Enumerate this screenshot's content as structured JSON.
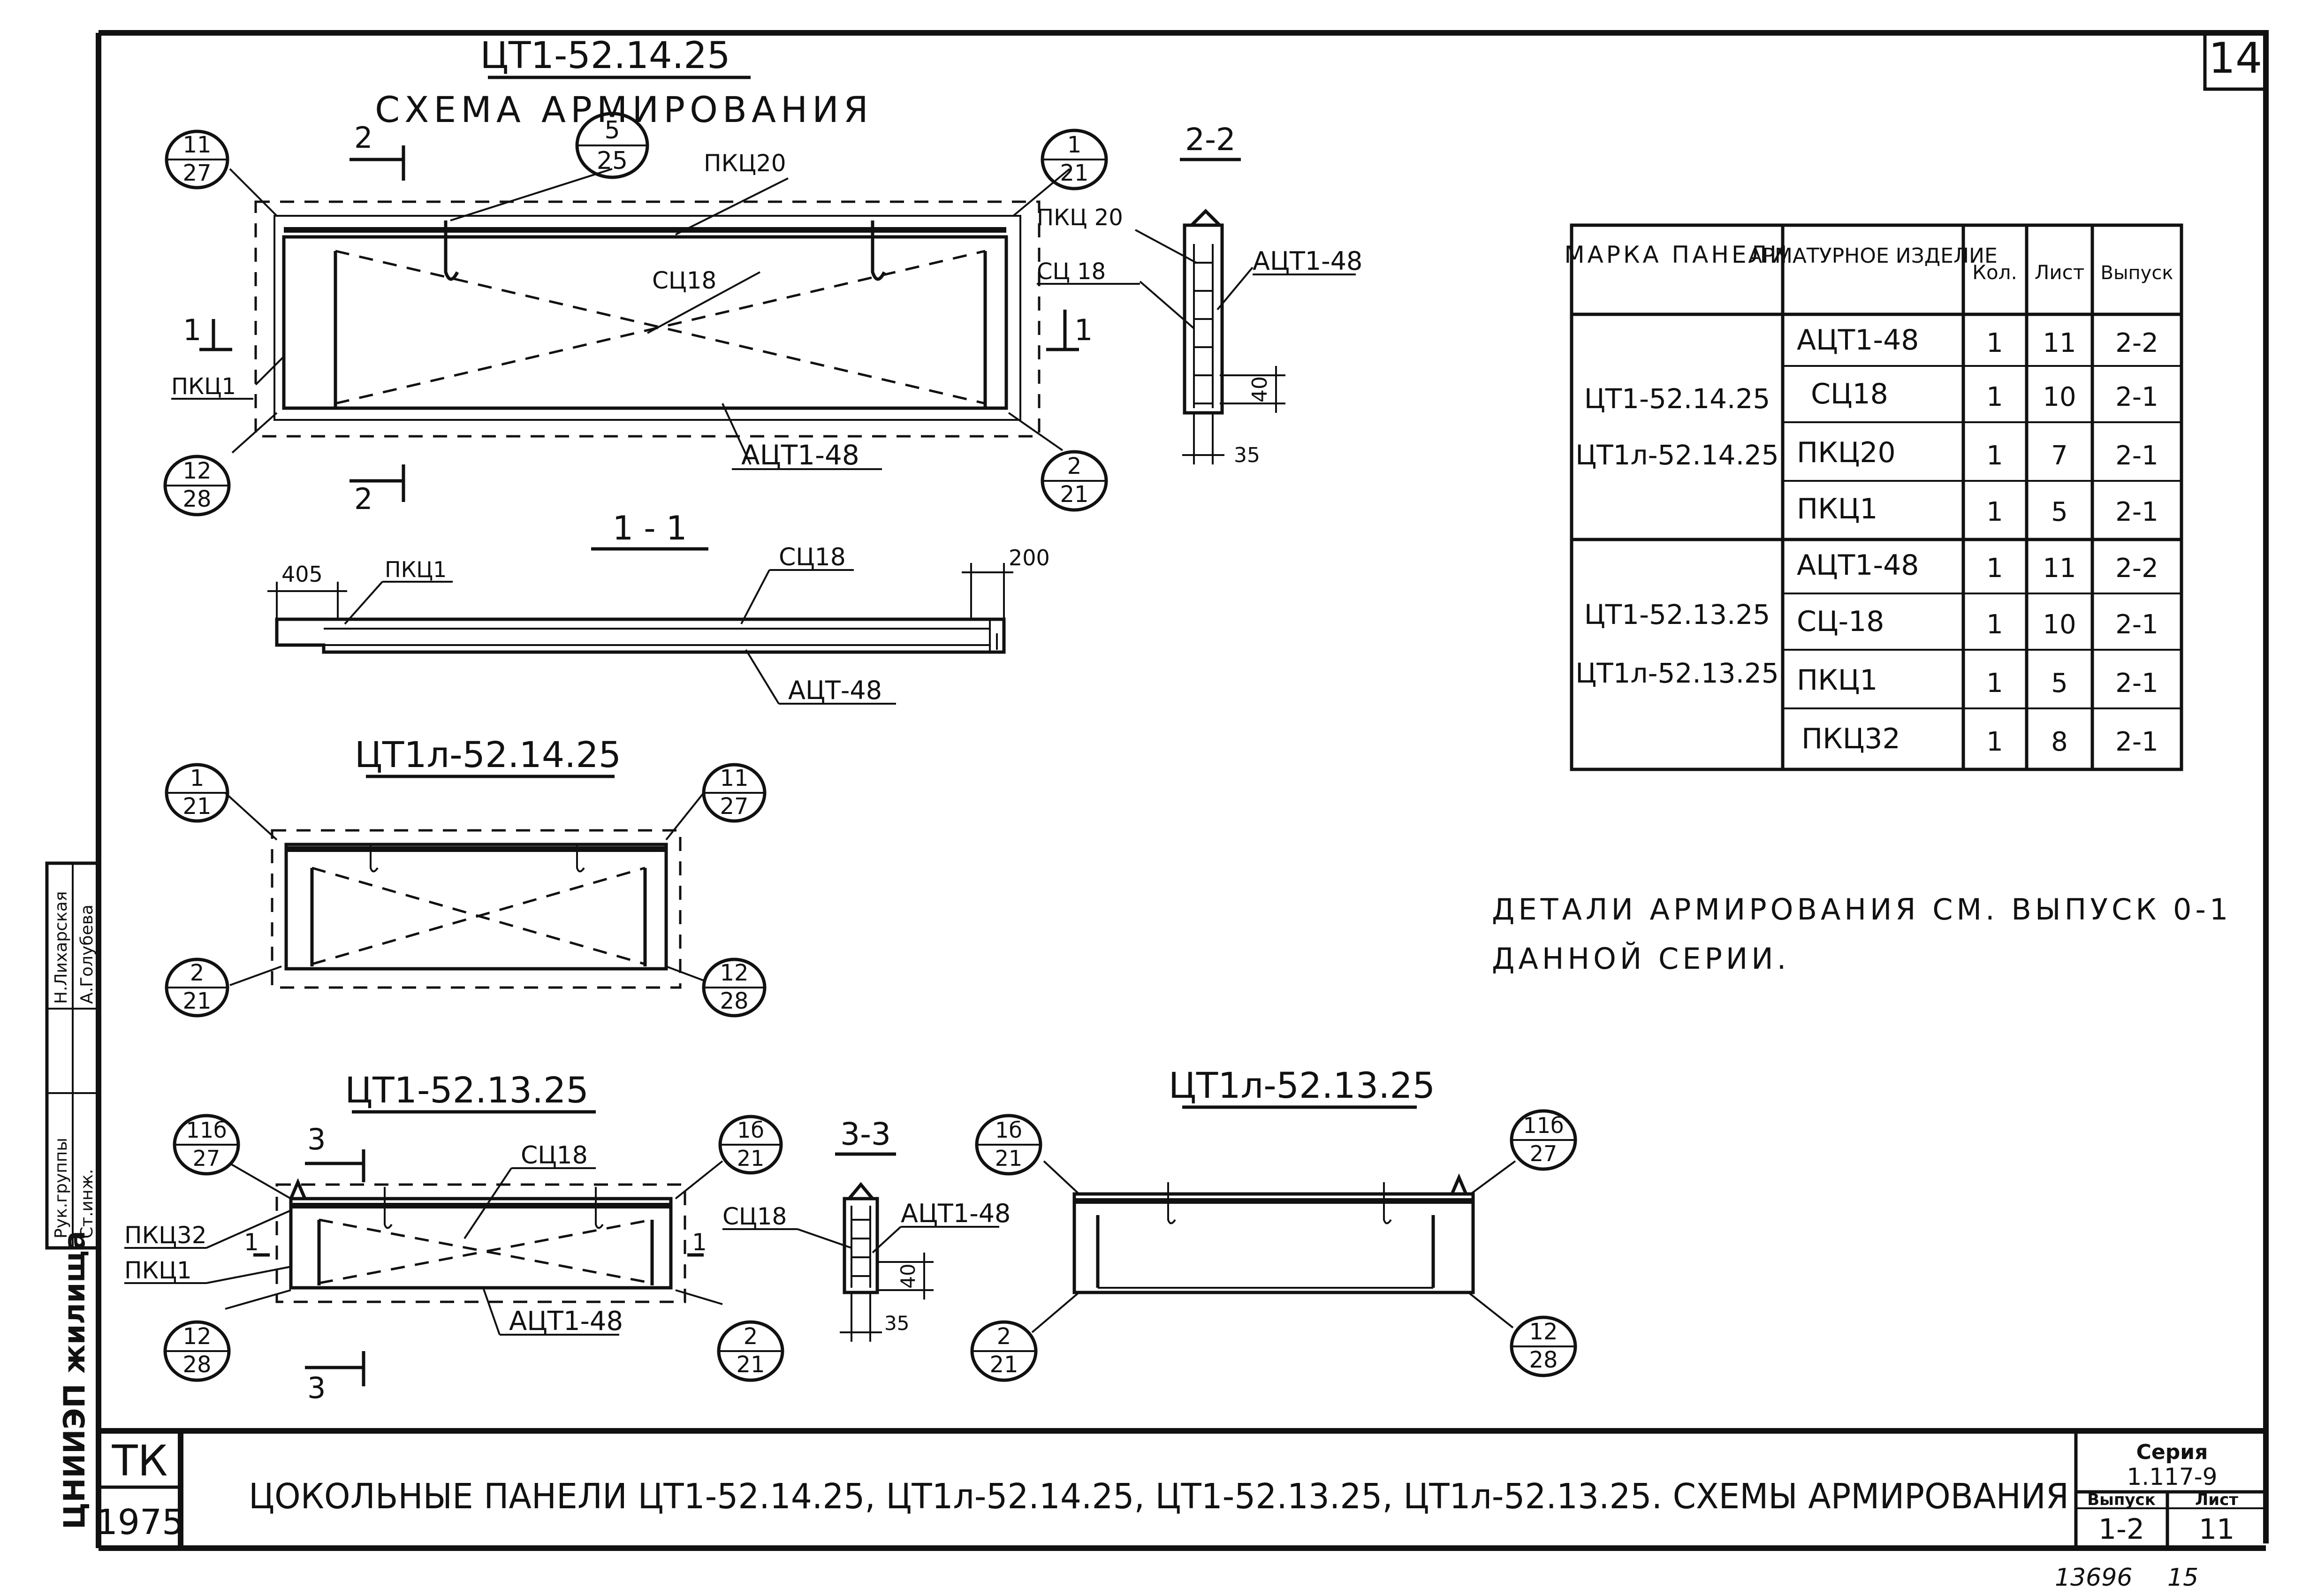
{
  "sheet_number": "14",
  "main_drawing": {
    "title": "ЦТ1-52.14.25",
    "subtitle": "СХЕМА АРМИРОВАНИЯ",
    "labels": {
      "pkc20": "ПКЦ20",
      "sc18": "СЦ18",
      "pkc1": "ПКЦ1",
      "act148": "АЦТ1-48"
    },
    "callouts": {
      "tl": [
        "11",
        "27"
      ],
      "top": [
        "5",
        "25"
      ],
      "tr": [
        "1",
        "21"
      ],
      "bl": [
        "12",
        "28"
      ],
      "br": [
        "2",
        "21"
      ]
    },
    "section_marks": {
      "s2": "2",
      "s1": "1"
    }
  },
  "section_2_2": {
    "title": "2-2",
    "labels": {
      "pkc20": "ПКЦ 20",
      "sc18": "СЦ 18",
      "act": "АЦТ1-48"
    },
    "dims": {
      "d40": "40",
      "d35": "35"
    }
  },
  "section_1_1": {
    "title": "1 - 1",
    "labels": {
      "pkc1": "ПКЦ1",
      "sc18": "СЦ18",
      "act": "АЦТ-48"
    },
    "dims": {
      "d405": "405",
      "d200": "200"
    }
  },
  "drawing_l_14": {
    "title": "ЦТ1л-52.14.25",
    "callouts": {
      "tl": [
        "1",
        "21"
      ],
      "tr": [
        "11",
        "27"
      ],
      "bl": [
        "2",
        "21"
      ],
      "br": [
        "12",
        "28"
      ]
    }
  },
  "drawing_13": {
    "title": "ЦТ1-52.13.25",
    "labels": {
      "sc18": "СЦ18",
      "pkc32": "ПКЦ32",
      "pkc1": "ПКЦ1",
      "act": "АЦТ1-48"
    },
    "callouts": {
      "tl": [
        "11б",
        "27"
      ],
      "tr": [
        "1б",
        "21"
      ],
      "bl": [
        "12",
        "28"
      ],
      "br": [
        "2",
        "21"
      ]
    },
    "section_marks": {
      "s3": "3",
      "s1": "1"
    }
  },
  "section_3_3": {
    "title": "3-3",
    "labels": {
      "sc18": "СЦ18",
      "act": "АЦТ1-48"
    },
    "dims": {
      "d40": "40",
      "d35": "35"
    }
  },
  "drawing_l_13": {
    "title": "ЦТ1л-52.13.25",
    "callouts": {
      "tl": [
        "1б",
        "21"
      ],
      "tr": [
        "11б",
        "27"
      ],
      "bl": [
        "2",
        "21"
      ],
      "br": [
        "12",
        "28"
      ]
    }
  },
  "spec_table": {
    "headers": [
      "МАРКА ПАНЕЛИ",
      "АРМАТУРНОЕ ИЗДЕЛИЕ",
      "Кол.",
      "Лист",
      "Выпуск"
    ],
    "groups": [
      {
        "panels": [
          "ЦТ1-52.14.25",
          "ЦТ1л-52.14.25"
        ],
        "rows": [
          [
            "АЦТ1-48",
            "1",
            "11",
            "2-2"
          ],
          [
            "СЦ18",
            "1",
            "10",
            "2-1"
          ],
          [
            "ПКЦ20",
            "1",
            "7",
            "2-1"
          ],
          [
            "ПКЦ1",
            "1",
            "5",
            "2-1"
          ]
        ]
      },
      {
        "panels": [
          "ЦТ1-52.13.25",
          "ЦТ1л-52.13.25"
        ],
        "rows": [
          [
            "АЦТ1-48",
            "1",
            "11",
            "2-2"
          ],
          [
            "СЦ-18",
            "1",
            "10",
            "2-1"
          ],
          [
            "ПКЦ1",
            "1",
            "5",
            "2-1"
          ],
          [
            "ПКЦ32",
            "1",
            "8",
            "2-1"
          ]
        ]
      }
    ]
  },
  "note": {
    "line1": "ДЕТАЛИ АРМИРОВАНИЯ СМ. ВЫПУСК 0-1",
    "line2": "ДАННОЙ СЕРИИ."
  },
  "left_strip": {
    "org": "ЦНИИЭП жилища",
    "roles": [
      "Рук.группы",
      "Ст.инж."
    ],
    "names": [
      "Н.Лихарская",
      "А.Голубева"
    ]
  },
  "title_block": {
    "tk": "ТК",
    "year": "1975",
    "title": "ЦОКОЛЬНЫЕ ПАНЕЛИ ЦТ1-52.14.25, ЦТ1л-52.14.25, ЦТ1-52.13.25, ЦТ1л-52.13.25. СХЕМЫ АРМИРОВАНИЯ",
    "series_label": "Серия",
    "series": "1.117-9",
    "vypusk_label": "Выпуск",
    "vypusk": "1-2",
    "list_label": "Лист",
    "list": "11"
  },
  "footer": {
    "inventory": "13696",
    "page": "15"
  }
}
